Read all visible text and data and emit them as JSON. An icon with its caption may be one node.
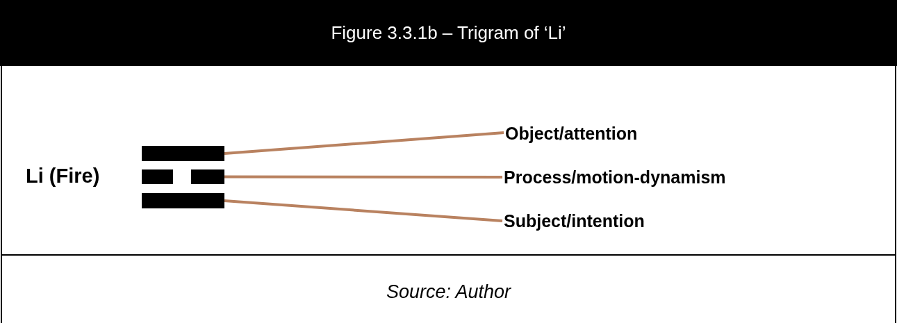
{
  "diagram": {
    "title": "Figure 3.3.1b – Trigram of ‘Li’",
    "caption": "Source: Author",
    "nodes": [
      {
        "text": [],
        "shape": "bar"
      },
      {
        "text": [],
        "shape": "bar"
      },
      {
        "text": [],
        "shape": "bar"
      },
      {
        "text": [
          "Object/attention"
        ]
      },
      {
        "text": [
          "Process/motion-dynamism"
        ]
      },
      {
        "text": [
          "Subject/intention"
        ]
      }
    ],
    "edges": [
      {
        "from": 0,
        "to": 3,
        "arrow": "none"
      },
      {
        "from": 1,
        "to": 4,
        "arrow": "none"
      },
      {
        "from": 2,
        "to": 5,
        "arrow": "none"
      }
    ],
    "labels": [
      "Li (Fire)"
    ]
  }
}
